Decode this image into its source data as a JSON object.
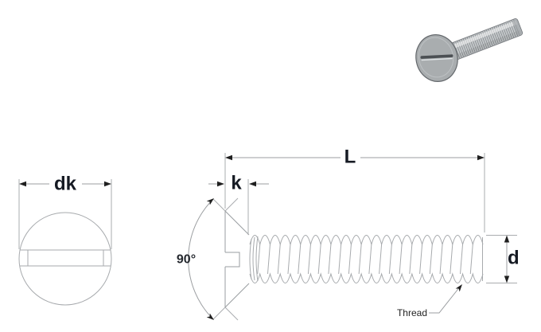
{
  "labels": {
    "head_diameter": "dk",
    "length": "L",
    "head_height": "k",
    "countersink_angle": "90°",
    "thread_diameter": "d",
    "thread_callout": "Thread"
  },
  "colors": {
    "background": "#ffffff",
    "drawing_line": "#a7aaad",
    "dimension_line": "#9b9ea1",
    "arrowhead": "#1f1f1f",
    "label_text": "#151a23",
    "render_shank": "#c7cbcd",
    "render_thread_ridge": "#898d91",
    "render_head": "#a9adaf",
    "render_slot": "#4b4f53"
  }
}
